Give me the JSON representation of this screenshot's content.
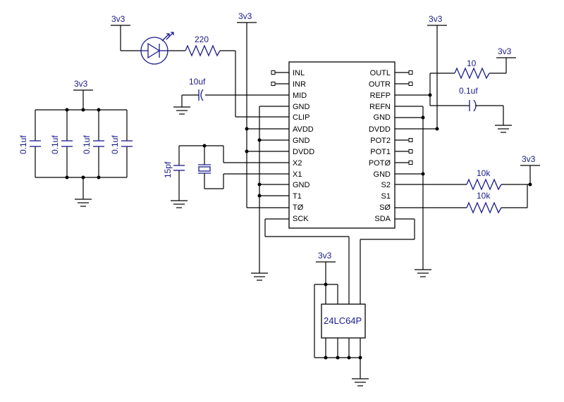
{
  "supply_label": "3v3",
  "components": {
    "led_resistor": "220",
    "mid_cap": "10uf",
    "crystal_cap": "15pf",
    "refp_resistor": "10",
    "refp_cap": "0.1uf",
    "s_resistor_1": "10k",
    "s_resistor_2": "10k",
    "decoupling_caps": [
      "0.1uf",
      "0.1uf",
      "0.1uf",
      "0.1uf"
    ],
    "eeprom": "24LC64P"
  },
  "chip": {
    "left_pins": [
      "INL",
      "INR",
      "MID",
      "GND",
      "CLIP",
      "AVDD",
      "GND",
      "DVDD",
      "X2",
      "X1",
      "GND",
      "T1",
      "TØ",
      "SCK"
    ],
    "right_pins": [
      "OUTL",
      "OUTR",
      "REFP",
      "REFN",
      "GND",
      "DVDD",
      "POT2",
      "POT1",
      "POTØ",
      "GND",
      "S2",
      "S1",
      "SØ",
      "SDA"
    ]
  }
}
